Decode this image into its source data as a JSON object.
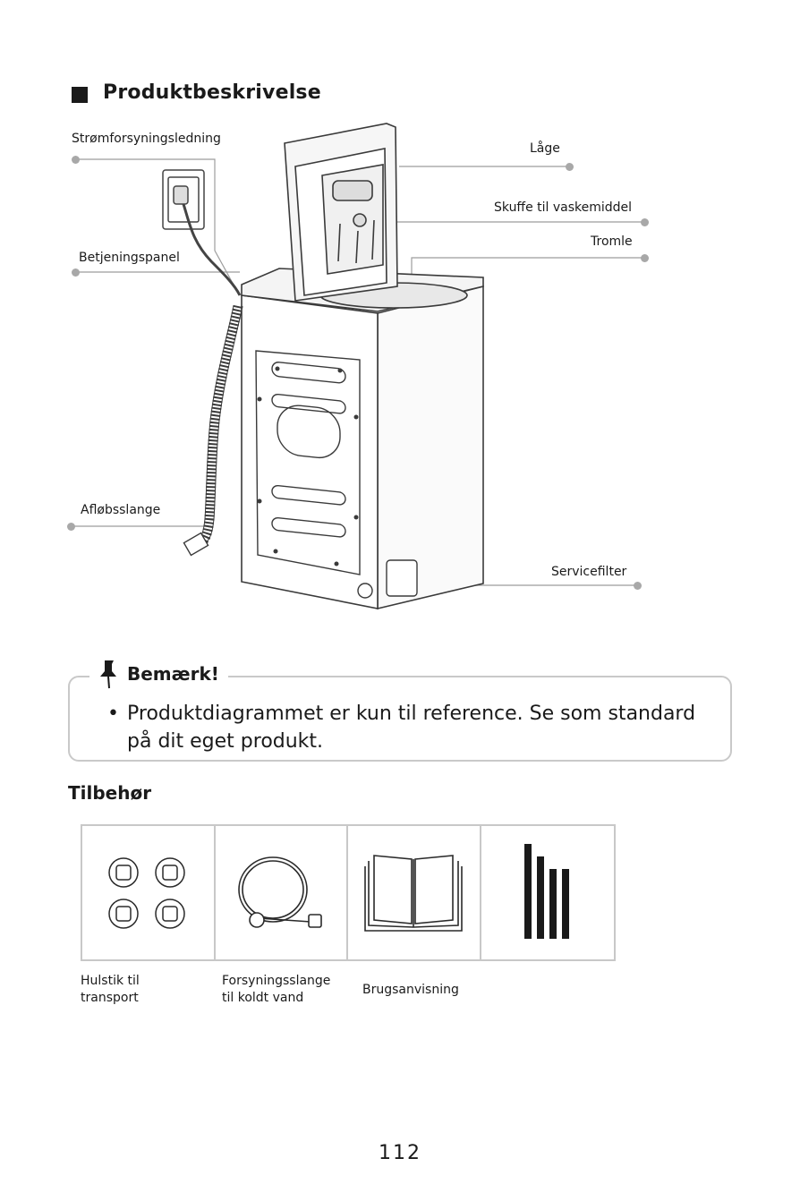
{
  "section": {
    "title": "Produktbeskrivelse"
  },
  "callouts": {
    "power_cord": "Strømforsyningsledning",
    "control_panel": "Betjeningspanel",
    "drain_hose": "Afløbsslange",
    "lid": "Låge",
    "detergent_drawer": "Skuffe til vaskemiddel",
    "drum": "Tromle",
    "service_filter": "Servicefilter"
  },
  "note": {
    "title": "Bemærk!",
    "line1": "Produktdiagrammet er kun til reference. Se som standard",
    "line2": "på dit eget produkt."
  },
  "accessories": {
    "title": "Tilbehør",
    "items": [
      {
        "line1": "Hulstik til",
        "line2": "transport",
        "icon": "transport-plugs-icon"
      },
      {
        "line1": "Forsyningsslange",
        "line2": "til koldt vand",
        "icon": "water-hose-icon"
      },
      {
        "line1": "Brugsanvisning",
        "line2": "",
        "icon": "manual-book-icon"
      },
      {
        "line1": "",
        "line2": "",
        "icon": "bar-strips-icon"
      }
    ]
  },
  "page": {
    "number": "112"
  }
}
